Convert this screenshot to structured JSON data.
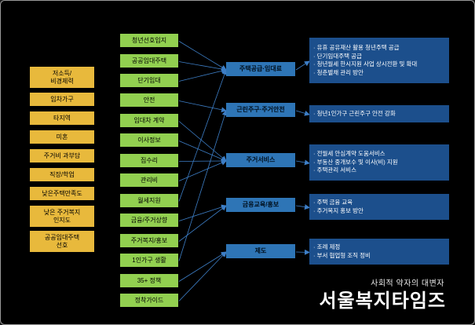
{
  "diagram": {
    "factors": [
      "저소득/\n비경제력",
      "임차가구",
      "타지역",
      "미혼",
      "주거비 과부담",
      "직장/학업",
      "낮은주택만족도",
      "낮은 주거복지\n인지도",
      "공공임대주택\n선호"
    ],
    "needs": [
      "청년선호입지",
      "공공임대주택",
      "단기임대",
      "안전",
      "임대차 계약",
      "이사정보",
      "집수리",
      "관리비",
      "월세지원",
      "금융/주거상향",
      "주거복지/홍보",
      "1인가구 생활",
      "35+ 정책",
      "정착가이드"
    ],
    "categories": [
      "주택공급·임대료",
      "근린주구·주거안전",
      "주거서비스",
      "금융교육/홍보",
      "제도"
    ],
    "details": [
      {
        "items": [
          "유휴 공유재산 활용 청년주택 공급",
          "단기임대주택 공급",
          "청년월세 한시지원 사업 상시전환 및 확대",
          "청춘별채 관리 방안"
        ]
      },
      {
        "items": [
          "청년1인가구 근린주구 안전 강화"
        ]
      },
      {
        "items": [
          "전월세 안심계약 도움서비스",
          "부동산 중개보수 및 이사(비) 지원",
          "주택관리 서비스"
        ]
      },
      {
        "items": [
          "주택 금융 교육",
          "주거복지 홍보 방안"
        ]
      },
      {
        "items": [
          "조례 제정",
          "부서 협업형 조직 정비"
        ]
      }
    ],
    "edges": [
      [
        "g1",
        "c1"
      ],
      [
        "g2",
        "c1"
      ],
      [
        "g3",
        "c1"
      ],
      [
        "g9",
        "c1"
      ],
      [
        "g4",
        "c2"
      ],
      [
        "g12",
        "c2"
      ],
      [
        "g5",
        "c3"
      ],
      [
        "g6",
        "c3"
      ],
      [
        "g7",
        "c3"
      ],
      [
        "g8",
        "c3"
      ],
      [
        "g10",
        "c4"
      ],
      [
        "g11",
        "c4"
      ],
      [
        "g13",
        "c5"
      ],
      [
        "g14",
        "c5"
      ],
      [
        "c1",
        "d1"
      ],
      [
        "c2",
        "d2"
      ],
      [
        "c3",
        "d3"
      ],
      [
        "c4",
        "d4"
      ],
      [
        "c5",
        "d5"
      ]
    ],
    "colors": {
      "background": "#000000",
      "factor_yellow": "#E8B93C",
      "need_green": "#92D050",
      "category_blue": "#2E75B6",
      "detail_navy": "#1C4F8C",
      "connector": "#3D7EC6",
      "text_light": "#FFFFFF"
    }
  },
  "footer": {
    "tagline": "사회적 약자의 대변자",
    "brand": "서울복지타임즈"
  }
}
